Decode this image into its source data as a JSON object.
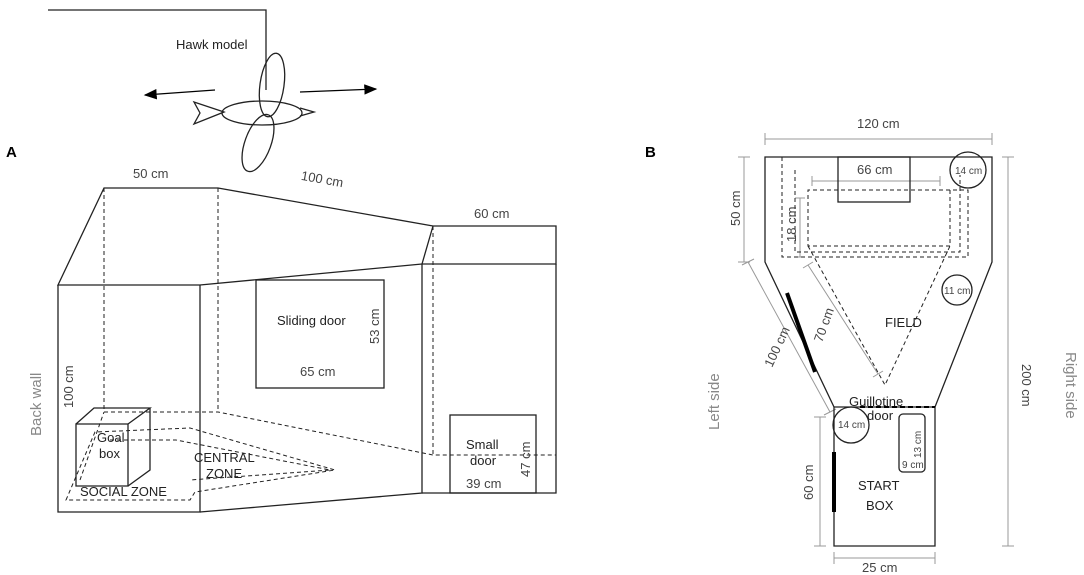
{
  "panel_a": {
    "panel_label": "A",
    "hawk_model": "Hawk model",
    "dim_top_left": "50 cm",
    "dim_top_middle": "100 cm",
    "dim_top_right": "60 cm",
    "dim_back_height": "100 cm",
    "back_wall": "Back wall",
    "sliding_door": "Sliding door",
    "sliding_door_height": "53 cm",
    "sliding_door_width": "65 cm",
    "goal_box_line1": "Goal",
    "goal_box_line2": "box",
    "central_zone_line1": "CENTRAL",
    "central_zone_line2": "ZONE",
    "social_zone": "SOCIAL ZONE",
    "small_door_line1": "Small",
    "small_door_line2": "door",
    "small_door_height": "47 cm",
    "small_door_width": "39 cm"
  },
  "panel_b": {
    "panel_label": "B",
    "dim_top_width": "120 cm",
    "dim_inner_width": "66 cm",
    "dim_circle_top": "14 cm",
    "dim_upper_height": "50 cm",
    "dim_inner_height": "18 cm",
    "dim_circle_mid": "11 cm",
    "dim_diagonal_inner": "70 cm",
    "dim_diagonal_outer": "100 cm",
    "field": "FIELD",
    "dim_total_height": "200 cm",
    "left_side": "Left side",
    "right_side": "Right side",
    "guillotine_line1": "Guillotine",
    "guillotine_line2": "door",
    "dim_circle_start": "14 cm",
    "dim_rect_height": "13 cm",
    "dim_rect_width": "9 cm",
    "dim_start_height": "60 cm",
    "start_box_line1": "START",
    "start_box_line2": "BOX",
    "dim_bottom_width": "25 cm"
  }
}
